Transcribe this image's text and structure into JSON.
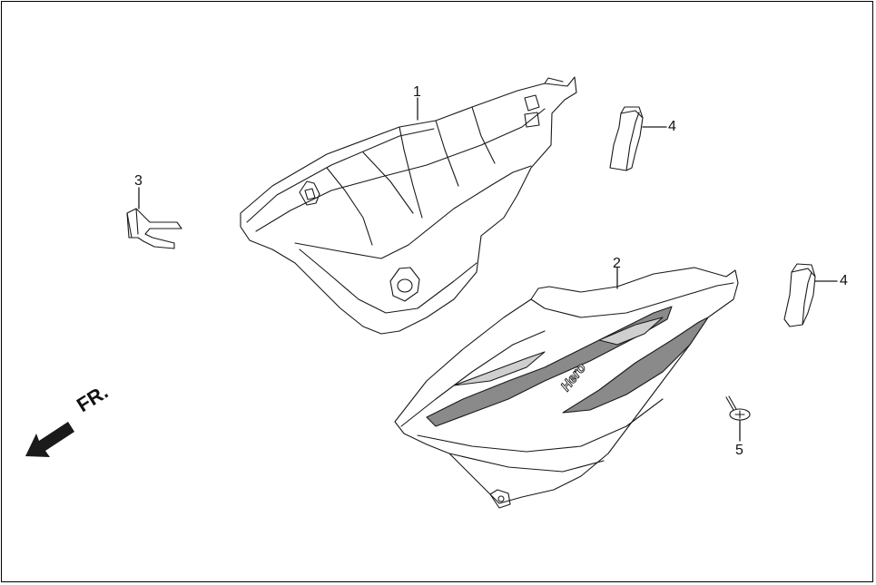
{
  "diagram": {
    "direction_label": "FR.",
    "brand_logo_text": "Hero",
    "callouts": [
      {
        "id": "callout-1",
        "label": "1"
      },
      {
        "id": "callout-2",
        "label": "2"
      },
      {
        "id": "callout-3",
        "label": "3"
      },
      {
        "id": "callout-4a",
        "label": "4"
      },
      {
        "id": "callout-4b",
        "label": "4"
      },
      {
        "id": "callout-5",
        "label": "5"
      }
    ],
    "colors": {
      "line": "#1a1a1a",
      "stripe_dark": "#8a8a8a",
      "stripe_light": "#cfcfcf",
      "arrow": "#1a1a1a"
    }
  }
}
